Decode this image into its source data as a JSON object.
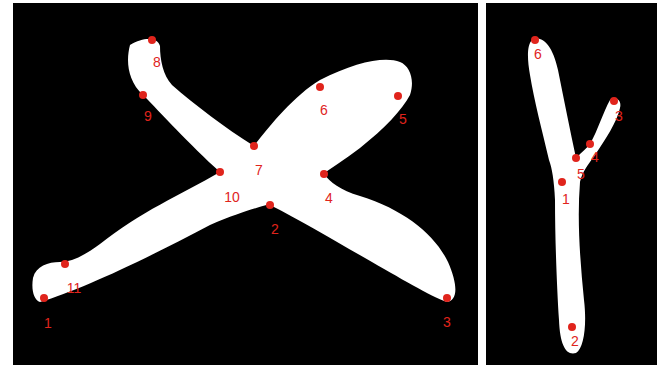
{
  "diagram": {
    "labels": [
      "8",
      "9",
      "6",
      "5",
      "7",
      "10",
      "4",
      "2",
      "11",
      "1",
      "3",
      "6",
      "3",
      "4",
      "5",
      "1",
      "2"
    ]
  }
}
